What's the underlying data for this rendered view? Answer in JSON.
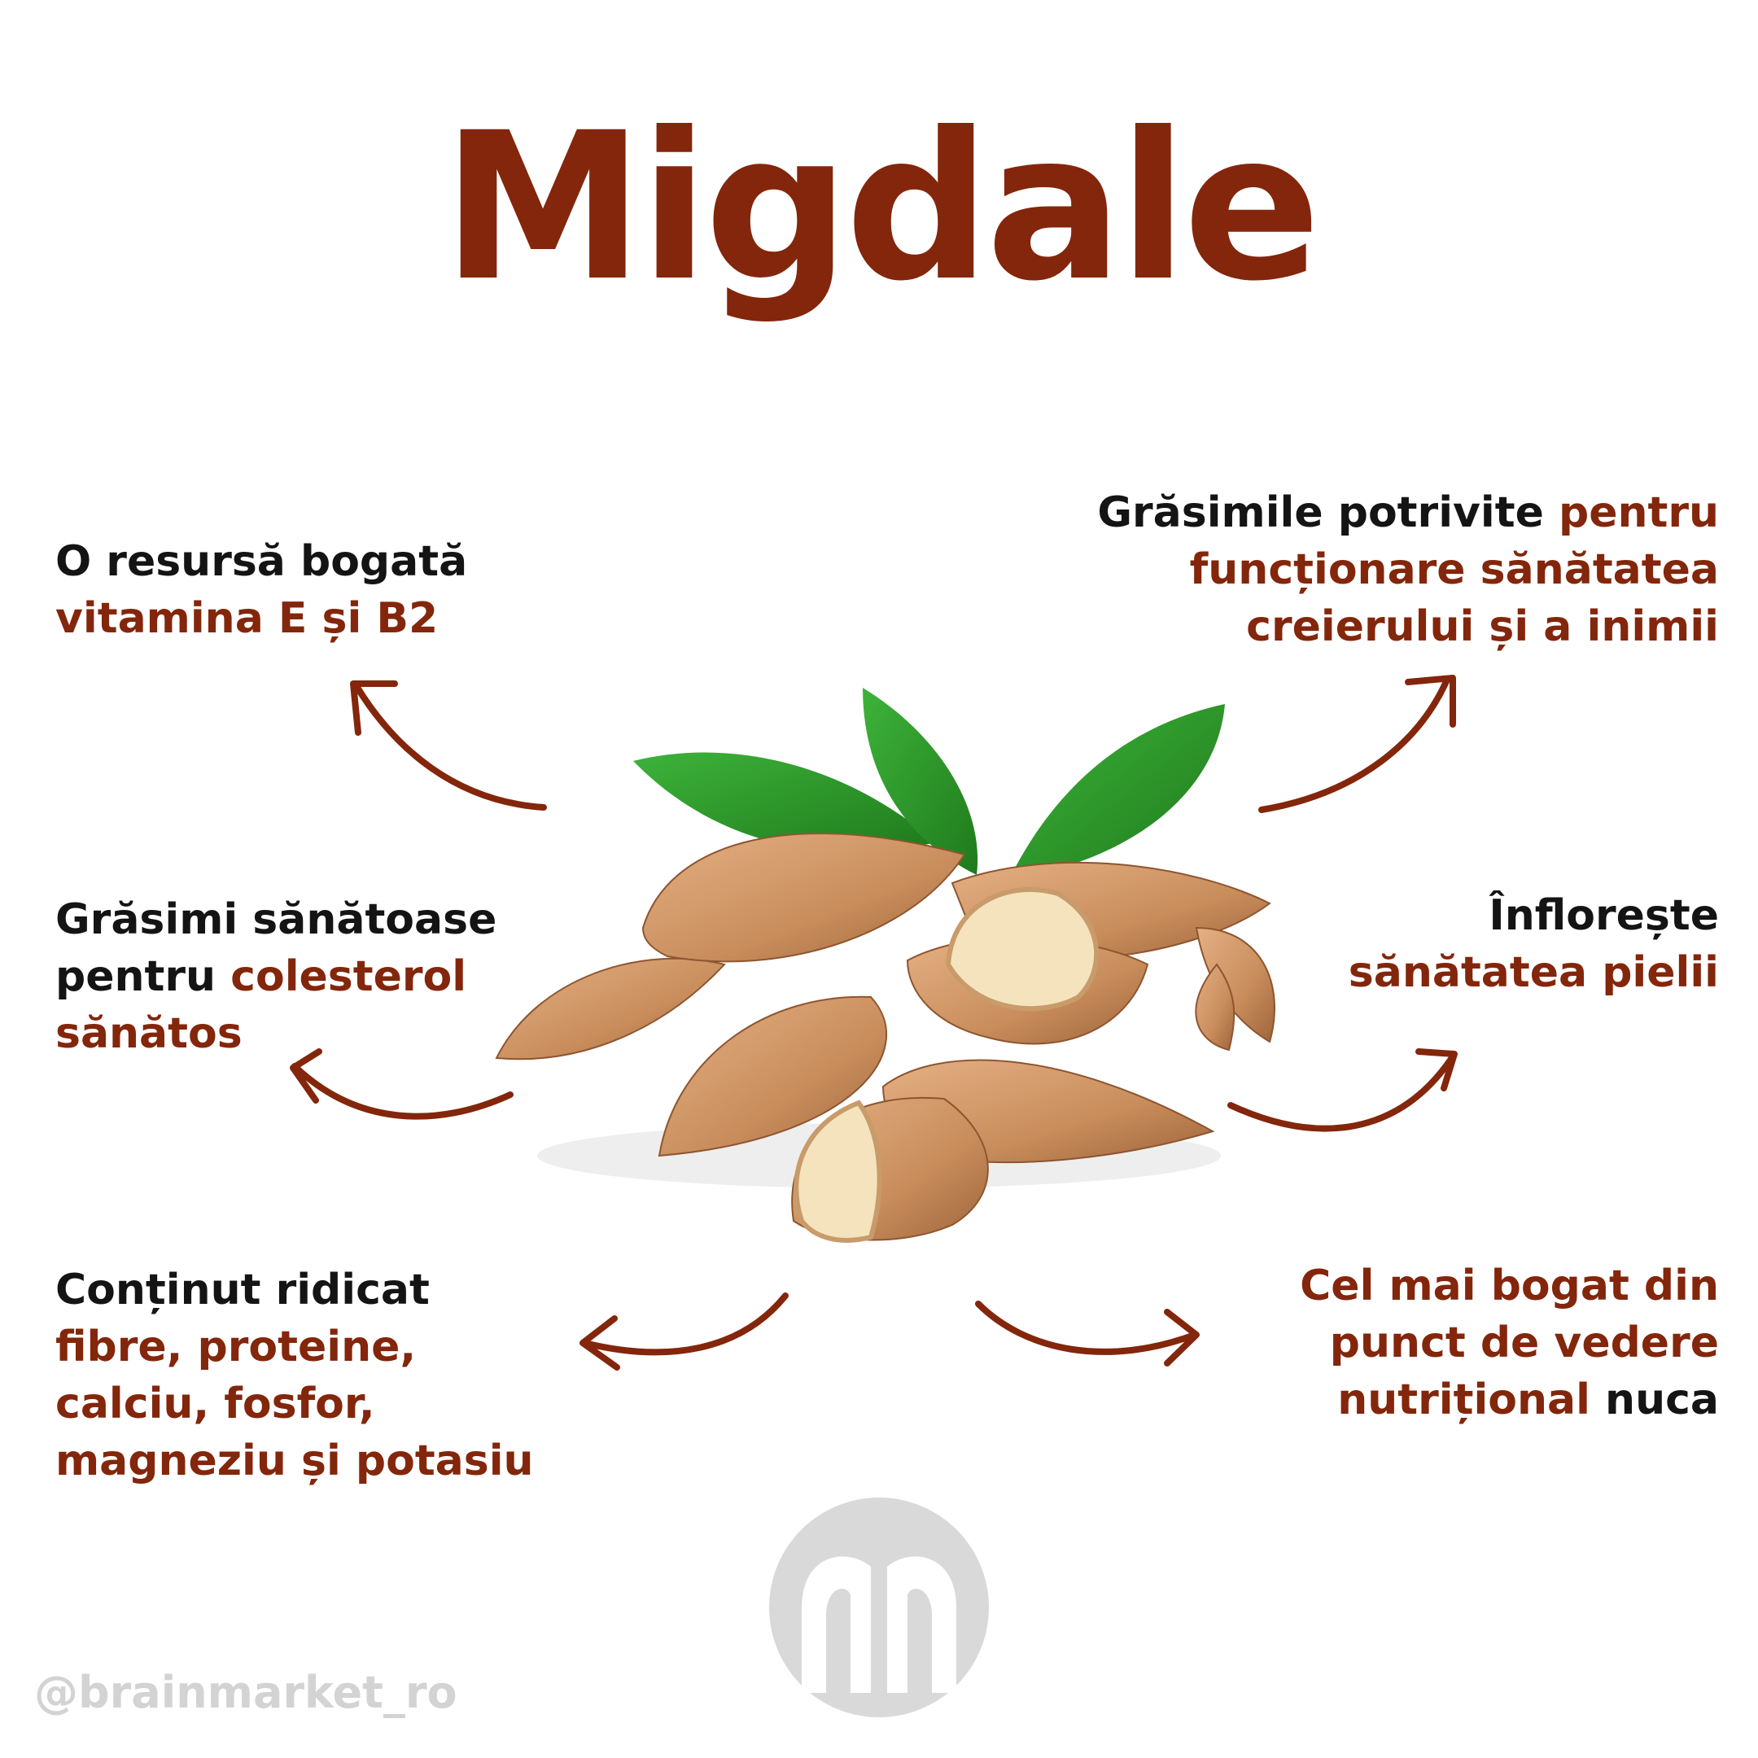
{
  "title": "Migdale",
  "benefits": {
    "top_left": {
      "line1": "O resursă bogată",
      "line2": "vitamina E și B2"
    },
    "top_right": {
      "line1_dark": "Grăsimile potrivite",
      "line1_accent": "pentru",
      "line2": "funcționare sănătatea",
      "line3": "creierului și a inimii"
    },
    "mid_left": {
      "line1": "Grăsimi sănătoase",
      "line2_dark": "pentru",
      "line2_accent": "colesterol",
      "line3": "sănătos"
    },
    "mid_right": {
      "line1": "Înflorește",
      "line2": "sănătatea pielii"
    },
    "bottom_left": {
      "line1": "Conținut ridicat",
      "line2": "fibre, proteine,",
      "line3": "calciu, fosfor,",
      "line4": "magneziu și potasiu"
    },
    "bottom_right": {
      "line1": "Cel mai bogat din",
      "line2": "punct de vedere",
      "line3_accent": "nutrițional",
      "line3_dark": "nuca"
    }
  },
  "footer": {
    "handle": "@brainmarket_ro"
  },
  "colors": {
    "accent": "#83260b",
    "text": "#141414",
    "leaf": "#2f9a2b",
    "almond": "#c98d5c",
    "logo": "#d9d9d9"
  },
  "icons": {
    "logo": "brainmarket-logo-icon",
    "arrow": "curved-arrow-icon"
  }
}
